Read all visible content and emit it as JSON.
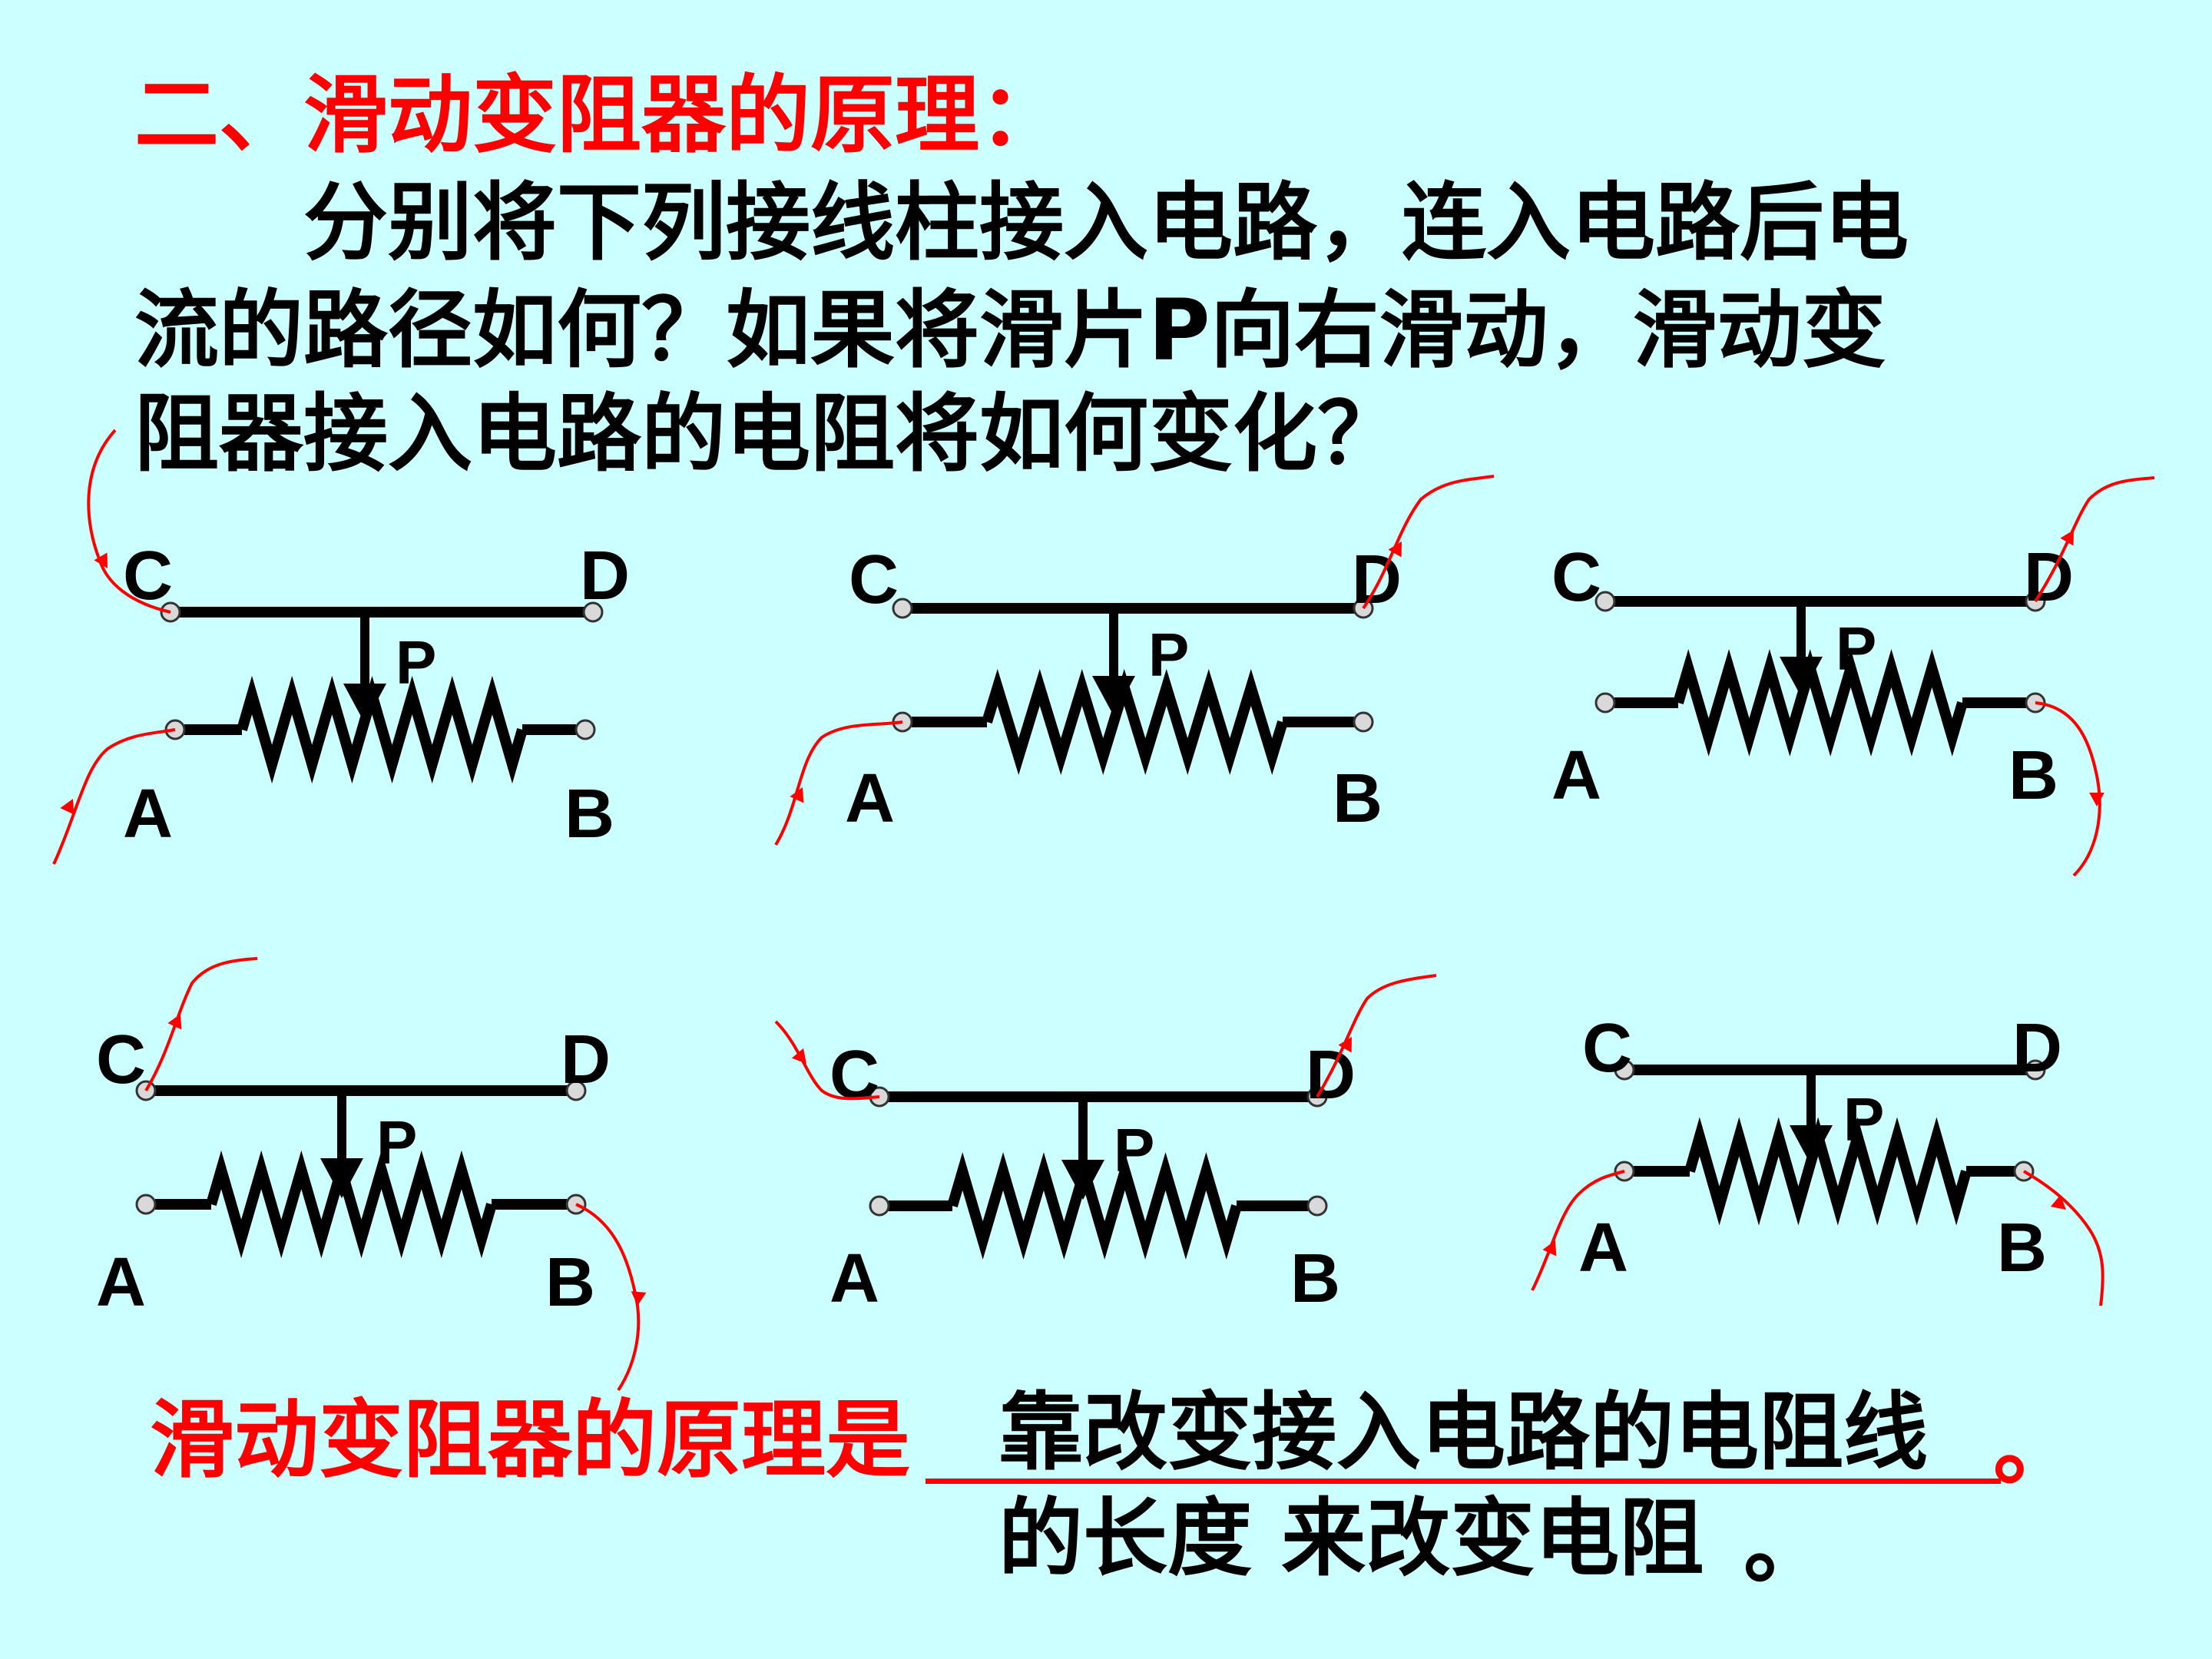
{
  "title": "二、滑动变阻器的原理：",
  "question": {
    "line1": "分别将下列接线柱接入电路，连入电路后电",
    "line2": "流的路径如何？如果将滑片P向右滑动，滑动变",
    "line3": "阻器接入电路的电阻将如何变化？"
  },
  "terminal_labels": {
    "c": "C",
    "d": "D",
    "a": "A",
    "b": "B",
    "p": "P"
  },
  "conclusion": {
    "label": "滑动变阻器的原理是",
    "answer_line1": "靠改变接入电路的电阻线",
    "answer_line2": "的长度 来改变电阻",
    "period_red": "。",
    "period_black": "。"
  },
  "colors": {
    "background": "#ccffff",
    "title": "#ff0000",
    "wire": "#ff0000",
    "text": "#000000",
    "terminal_fill": "#d9d9d9"
  },
  "diagrams": [
    {
      "connection": "A-C"
    },
    {
      "connection": "A-D"
    },
    {
      "connection": "B-D"
    },
    {
      "connection": "B-C"
    },
    {
      "connection": "C-D"
    },
    {
      "connection": "A-B"
    }
  ]
}
